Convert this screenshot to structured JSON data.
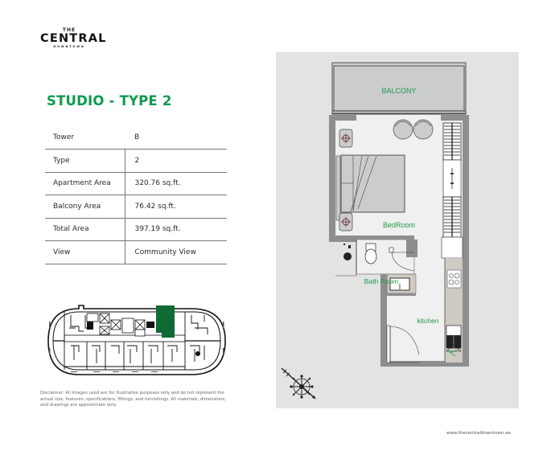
{
  "brand": {
    "logo_top": "THE",
    "logo_main": "CENTRAL",
    "logo_sub": "DOWNTOWN"
  },
  "unit": {
    "title": "STUDIO - TYPE 2",
    "specs": [
      {
        "label": "Tower",
        "value": "B"
      },
      {
        "label": "Type",
        "value": "2"
      },
      {
        "label": "Apartment Area",
        "value": "320.76 sq.ft."
      },
      {
        "label": "Balcony Area",
        "value": "76.42 sq.ft."
      },
      {
        "label": "Total Area",
        "value": "397.19 sq.ft."
      },
      {
        "label": "View",
        "value": "Community View"
      }
    ]
  },
  "floor_plan": {
    "rooms": {
      "balcony": "BALCONY",
      "bedroom": "BedRoom",
      "bathroom": "Bath Room",
      "kitchen": "kitchen"
    },
    "colors": {
      "panel_bg": "#e3e3e2",
      "wall": "#8d8e90",
      "floor": "#eff0ef",
      "balcony_floor": "#cbccce",
      "label": "#1f9a4a",
      "highlight_unit": "#0f6b35"
    }
  },
  "keyplan": {
    "highlight_color": "#0f6b35",
    "icon": "building-keyplan-icon"
  },
  "compass": {
    "icon": "north-compass-icon"
  },
  "disclaimer": "Disclaimer: All images used are for illustrative purposes only and do not represent the actual size, features, specifications, fittings, and furnishings. All materials, dimensions, and drawings are approximate only.",
  "website": "www.thecentraldowntown.ae"
}
